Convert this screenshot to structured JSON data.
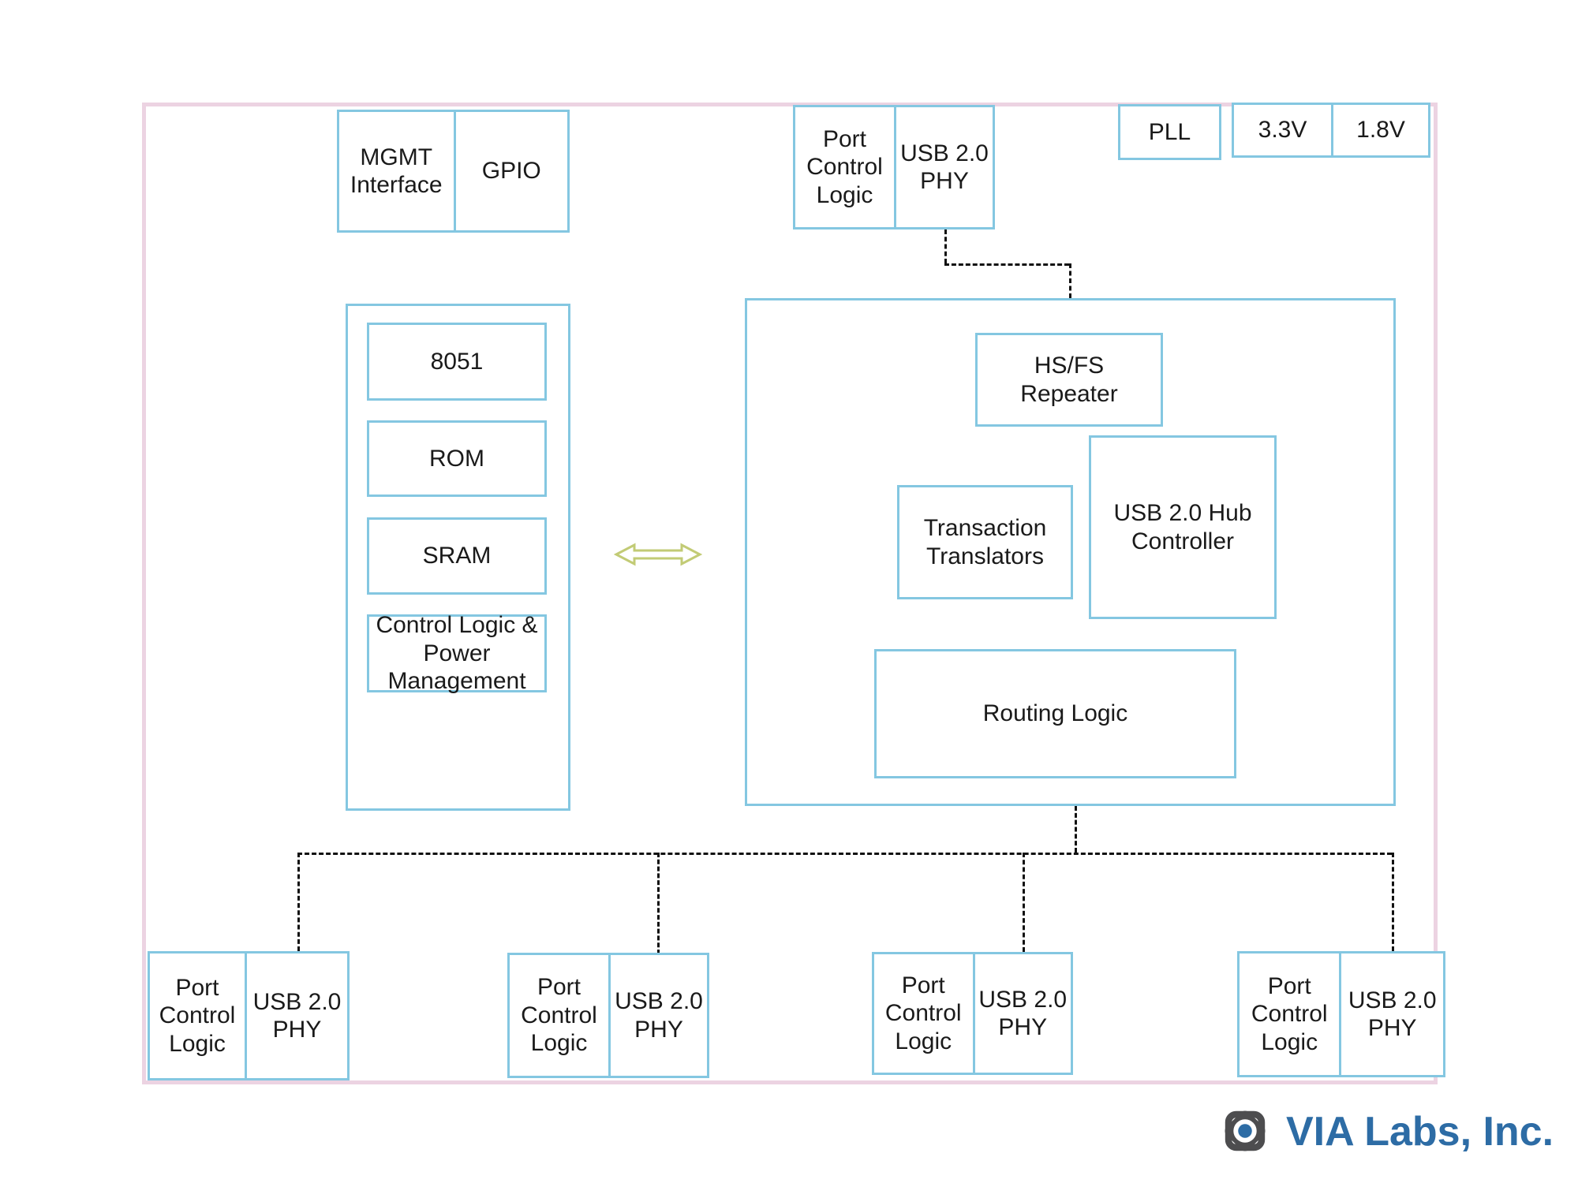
{
  "colors": {
    "outer_border": "#ecd3e2",
    "box_border": "#84c7e1",
    "text": "#1a1a1a",
    "connector": "#111111",
    "arrow": "#c2cb75",
    "brand_blue": "#2d6ca5",
    "brand_gray": "#4d4d4f"
  },
  "blocks": {
    "mgmt_interface": "MGMT Interface",
    "gpio": "GPIO",
    "pll": "PLL",
    "v33": "3.3V",
    "v18": "1.8V",
    "cpu": "8051",
    "rom": "ROM",
    "sram": "SRAM",
    "control_power": "Control Logic & Power Management",
    "hsfs_repeater": "HS/FS Repeater",
    "transaction_translators": "Transaction Translators",
    "hub_controller": "USB 2.0 Hub Controller",
    "routing_logic": "Routing Logic"
  },
  "ports": {
    "upstream": {
      "port_control": "Port Control Logic",
      "phy": "USB 2.0 PHY"
    },
    "downstream": [
      {
        "port_control": "Port Control Logic",
        "phy": "USB 2.0 PHY"
      },
      {
        "port_control": "Port Control Logic",
        "phy": "USB 2.0 PHY"
      },
      {
        "port_control": "Port Control Logic",
        "phy": "USB 2.0 PHY"
      },
      {
        "port_control": "Port Control Logic",
        "phy": "USB 2.0 PHY"
      }
    ]
  },
  "footer": {
    "brand": "VIA Labs, Inc."
  }
}
